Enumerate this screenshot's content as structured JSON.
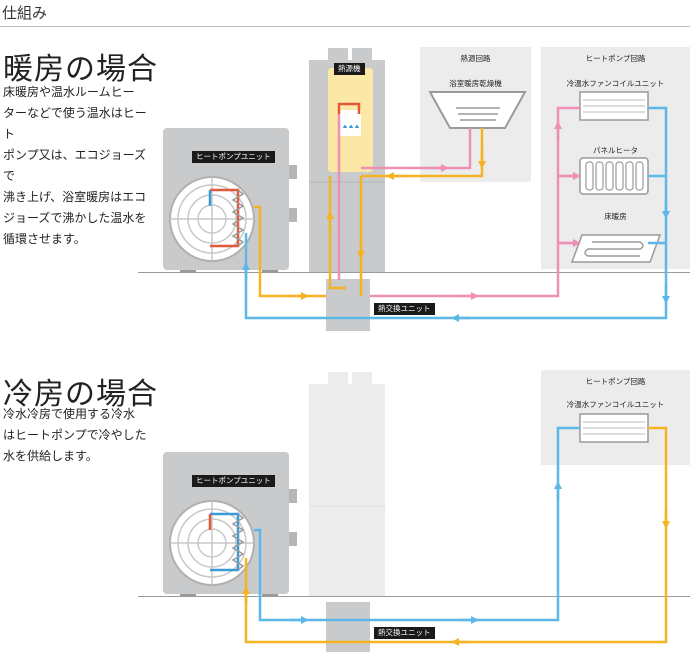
{
  "page": {
    "title": "仕組み"
  },
  "heating": {
    "heading": "暖房の場合",
    "description": "床暖房や温水ルームヒー\nターなどで使う温水はヒート\nポンプ又は、エコジョーズで\n沸き上げ、浴室暖房はエコ\nジョーズで沸かした温水を\n循環させます。",
    "heat_source_panel": "熱源回路",
    "heatpump_panel": "ヒートポンプ回路",
    "boiler_label": "熱源機",
    "dryer_label": "浴室暖房乾燥機",
    "fancoil_label": "冷温水ファンコイルユニット",
    "panel_heater_label": "パネルヒータ",
    "floor_heating_label": "床暖房",
    "heatpump_unit_label": "ヒートポンプユニット",
    "exchanger_label": "熱交換ユニット"
  },
  "cooling": {
    "heading": "冷房の場合",
    "description": "冷水冷房で使用する冷水\nはヒートポンプで冷やした\n水を供給します。",
    "heatpump_panel": "ヒートポンプ回路",
    "fancoil_label": "冷温水ファンコイルユニット",
    "heatpump_unit_label": "ヒートポンプユニット",
    "exchanger_label": "熱交換ユニット"
  },
  "colors": {
    "hot_water": "#f5b324",
    "return_pink": "#ee8fb5",
    "cold_water": "#5bb8e8",
    "unit_gray": "#c9cacb",
    "panel_gray": "#ececec",
    "coil_red": "#e05a3a",
    "coil_blue": "#3a9ad8"
  },
  "icons": [
    "fan-icon",
    "boiler-flame-icon",
    "arrow-icon"
  ]
}
